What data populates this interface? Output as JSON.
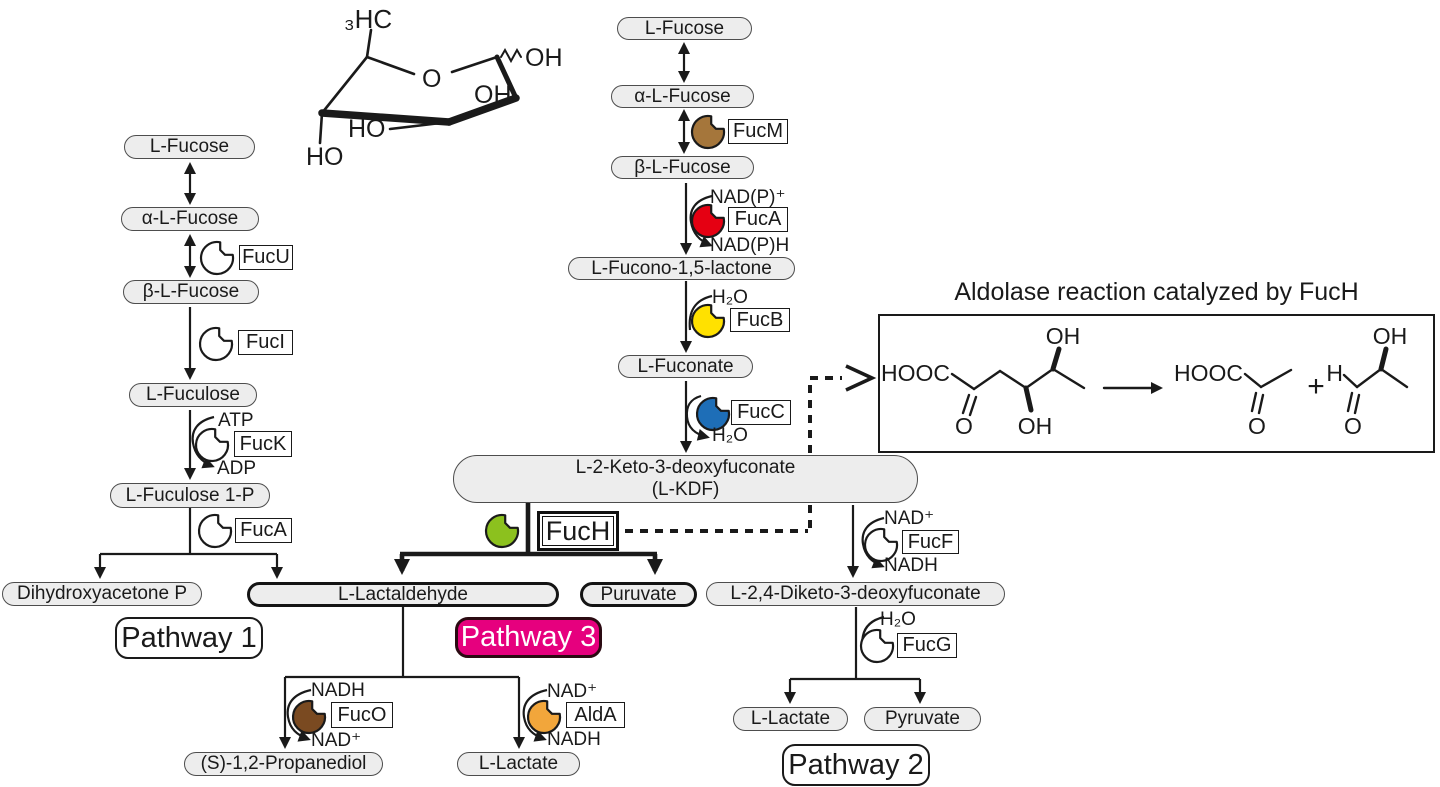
{
  "metabolites": {
    "l_fucose_left": "L-Fucose",
    "alpha_l_fucose_left": "α-L-Fucose",
    "beta_l_fucose_left": "β-L-Fucose",
    "l_fuculose": "L-Fuculose",
    "l_fuculose_1p": "L-Fuculose 1-P",
    "dihydroxyacetone_p": "Dihydroxyacetone P",
    "l_fucose_mid": "L-Fucose",
    "alpha_l_fucose_mid": "α-L-Fucose",
    "beta_l_fucose_mid": "β-L-Fucose",
    "l_fucono_15_lactone": "L-Fucono-1,5-lactone",
    "l_fuconate": "L-Fuconate",
    "l_kdf_line1": "L-2-Keto-3-deoxyfuconate",
    "l_kdf_line2": "(L-KDF)",
    "l_lactaldehyde": "L-Lactaldehyde",
    "puruvate": "Puruvate",
    "l_24_diketo_3_deoxyfuconate": "L-2,4-Diketo-3-deoxyfuconate",
    "s_12_propanediol": "(S)-1,2-Propanediol",
    "l_lactate_mid": "L-Lactate",
    "l_lactate_right": "L-Lactate",
    "pyruvate_right": "Pyruvate"
  },
  "enzymes": {
    "fucU": "FucU",
    "fucI": "FucI",
    "fucK": "FucK",
    "fucA_left": "FucA",
    "fucM": "FucM",
    "fucA_mid": "FucA",
    "fucB": "FucB",
    "fucC": "FucC",
    "fucH": "FucH",
    "fucF": "FucF",
    "fucG": "FucG",
    "fucO": "FucO",
    "aldA": "AldA"
  },
  "cofactors": {
    "atp": "ATP",
    "adp": "ADP",
    "nadp_plus": "NAD(P)⁺",
    "nadph": "NAD(P)H",
    "h2o": "H₂O",
    "nad_plus": "NAD⁺",
    "nadh": "NADH"
  },
  "pathways": {
    "pathway1": "Pathway 1",
    "pathway2": "Pathway 2",
    "pathway3": "Pathway 3"
  },
  "aldolase_box": {
    "title": "Aldolase reaction catalyzed by FucH",
    "hooc": "HOOC",
    "oh": "OH",
    "o": "O",
    "h": "H",
    "plus": "+"
  },
  "sugar": {
    "ch3": "₃HC",
    "ring_o": "O",
    "oh": "OH",
    "ho": "HO"
  },
  "colors": {
    "pathway3_fill": "#E6007E",
    "icon_fucM": "#A5763B",
    "icon_fucA_mid": "#E50012",
    "icon_fucB": "#FFE100",
    "icon_fucC": "#1E6EB7",
    "icon_fucH": "#8CC11E",
    "icon_fucO": "#7A4A21",
    "icon_aldA": "#F2A63B",
    "icon_plain": "#FFFFFF"
  }
}
